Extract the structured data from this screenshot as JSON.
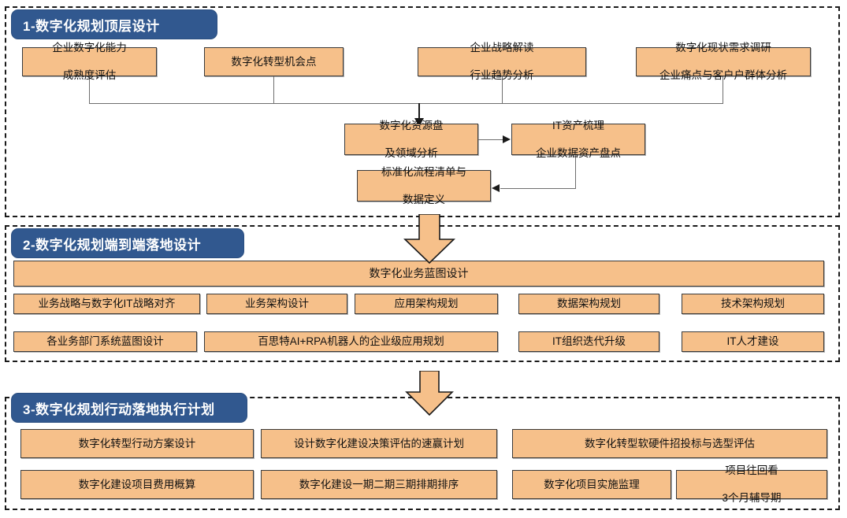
{
  "diagram": {
    "title_hidden_caption": "",
    "colors": {
      "box_fill": "#f6c08a",
      "box_border": "#3a3a3a",
      "header_fill": "#31588f",
      "header_text": "#ffffff",
      "frame_border": "#1a1a1a",
      "connector": "#6e6e6e"
    }
  },
  "sections": [
    {
      "id": "section-1",
      "header": "1-数字化规划顶层设计",
      "row_top": [
        {
          "lines": [
            "企业数字化能力",
            "成熟度评估"
          ]
        },
        {
          "lines": [
            "数字化转型机会点"
          ]
        },
        {
          "lines": [
            "企业战略解读",
            "行业趋势分析"
          ]
        },
        {
          "lines": [
            "数字化现状需求调研",
            "企业痛点与客户户群体分析"
          ]
        }
      ],
      "row_mid": [
        {
          "lines": [
            "数字化资源盘",
            "及领域分析"
          ]
        },
        {
          "lines": [
            "IT资产梳理",
            "企业数据资产盘点"
          ]
        }
      ],
      "row_bottom": [
        {
          "lines": [
            "标准化流程清单与",
            "数据定义"
          ]
        }
      ]
    },
    {
      "id": "section-2",
      "header": "2-数字化规划端到端落地设计",
      "banner": {
        "lines": [
          "数字化业务蓝图设计"
        ]
      },
      "row_a": [
        {
          "lines": [
            "业务战略与数字化IT战略对齐"
          ]
        },
        {
          "lines": [
            "业务架构设计"
          ]
        },
        {
          "lines": [
            "应用架构规划"
          ]
        },
        {
          "lines": [
            "数据架构规划"
          ]
        },
        {
          "lines": [
            "技术架构规划"
          ]
        }
      ],
      "row_b": [
        {
          "lines": [
            "各业务部门系统蓝图设计"
          ]
        },
        {
          "lines": [
            "百思特AI+RPA机器人的企业级应用规划"
          ]
        },
        {
          "lines": [
            "IT组织迭代升级"
          ]
        },
        {
          "lines": [
            "IT人才建设"
          ]
        }
      ]
    },
    {
      "id": "section-3",
      "header": "3-数字化规划行动落地执行计划",
      "row_a": [
        {
          "lines": [
            "数字化转型行动方案设计"
          ]
        },
        {
          "lines": [
            "设计数字化建设决策评估的速赢计划"
          ]
        },
        {
          "lines": [
            "数字化转型软硬件招投标与选型评估"
          ]
        }
      ],
      "row_b": [
        {
          "lines": [
            "数字化建设项目费用概算"
          ]
        },
        {
          "lines": [
            "数字化建设一期二期三期排期排序"
          ]
        },
        {
          "lines": [
            "数字化项目实施监理"
          ]
        },
        {
          "lines": [
            "项目往回看",
            "3个月辅导期"
          ]
        }
      ]
    }
  ]
}
